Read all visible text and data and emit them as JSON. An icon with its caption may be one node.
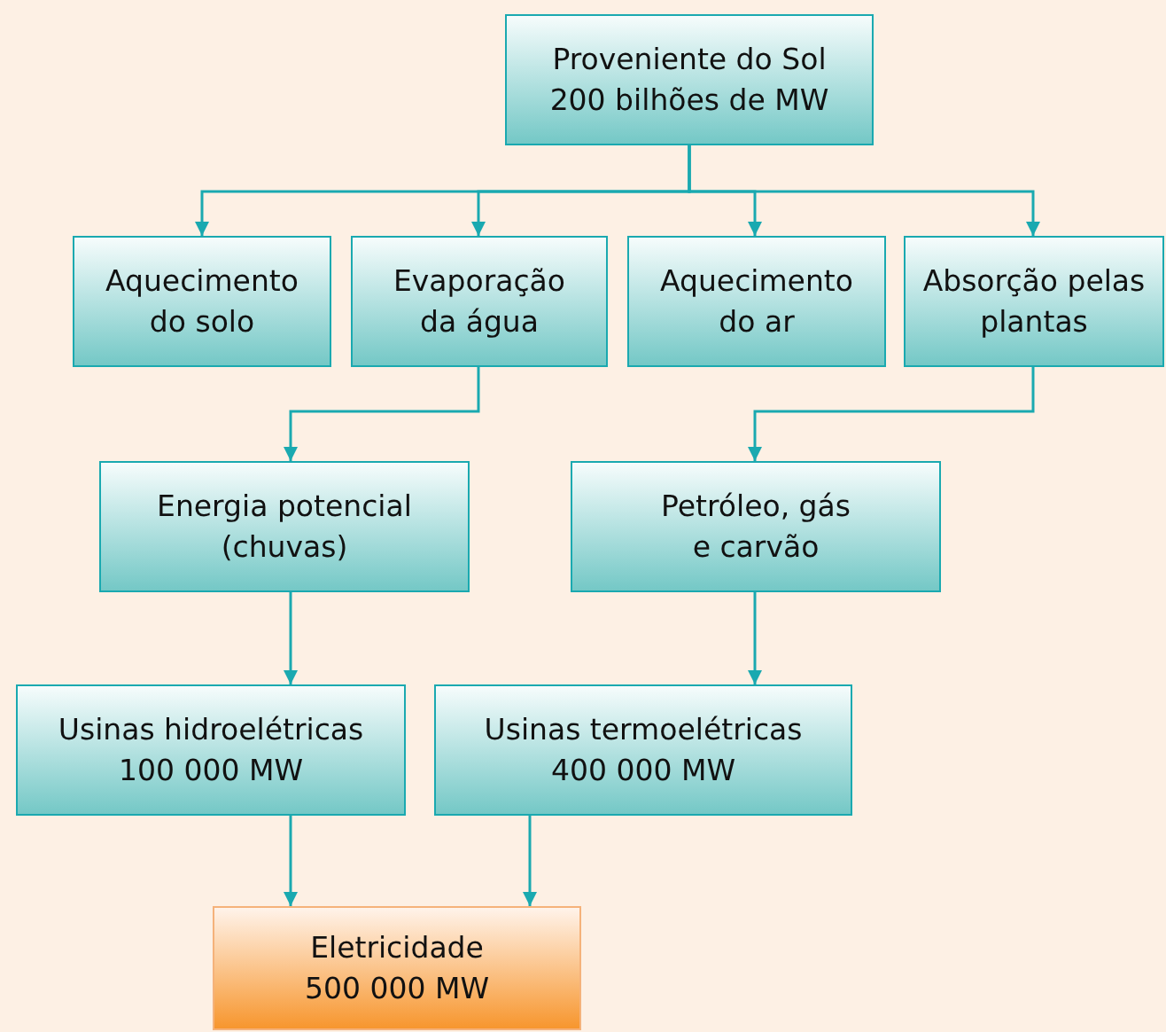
{
  "diagram": {
    "nodes": [
      {
        "text": [
          "Proveniente do Sol",
          "200 bilhões de MW"
        ]
      },
      {
        "text": [
          "Aquecimento do solo"
        ]
      },
      {
        "text": [
          "Evaporação da água"
        ]
      },
      {
        "text": [
          "Aquecimento do ar"
        ]
      },
      {
        "text": [
          "Absorção pelas plantas"
        ]
      },
      {
        "text": [
          "Energia potencial (chuvas)"
        ]
      },
      {
        "text": [
          "Petróleo, gás e carvão"
        ]
      },
      {
        "text": [
          "Usinas hidroelétricas",
          "100 000 MW"
        ]
      },
      {
        "text": [
          "Usinas termoelétricas",
          "400 000 MW"
        ]
      },
      {
        "text": [
          "Eletricidade",
          "500 000 MW"
        ]
      }
    ],
    "edges": [
      {
        "from": 0,
        "to": 1,
        "arrow": "to"
      },
      {
        "from": 0,
        "to": 2,
        "arrow": "to"
      },
      {
        "from": 0,
        "to": 3,
        "arrow": "to"
      },
      {
        "from": 0,
        "to": 4,
        "arrow": "to"
      },
      {
        "from": 2,
        "to": 5,
        "arrow": "to"
      },
      {
        "from": 4,
        "to": 6,
        "arrow": "to"
      },
      {
        "from": 5,
        "to": 7,
        "arrow": "to"
      },
      {
        "from": 6,
        "to": 8,
        "arrow": "to"
      },
      {
        "from": 7,
        "to": 9,
        "arrow": "to"
      },
      {
        "from": 8,
        "to": 9,
        "arrow": "to"
      }
    ]
  }
}
